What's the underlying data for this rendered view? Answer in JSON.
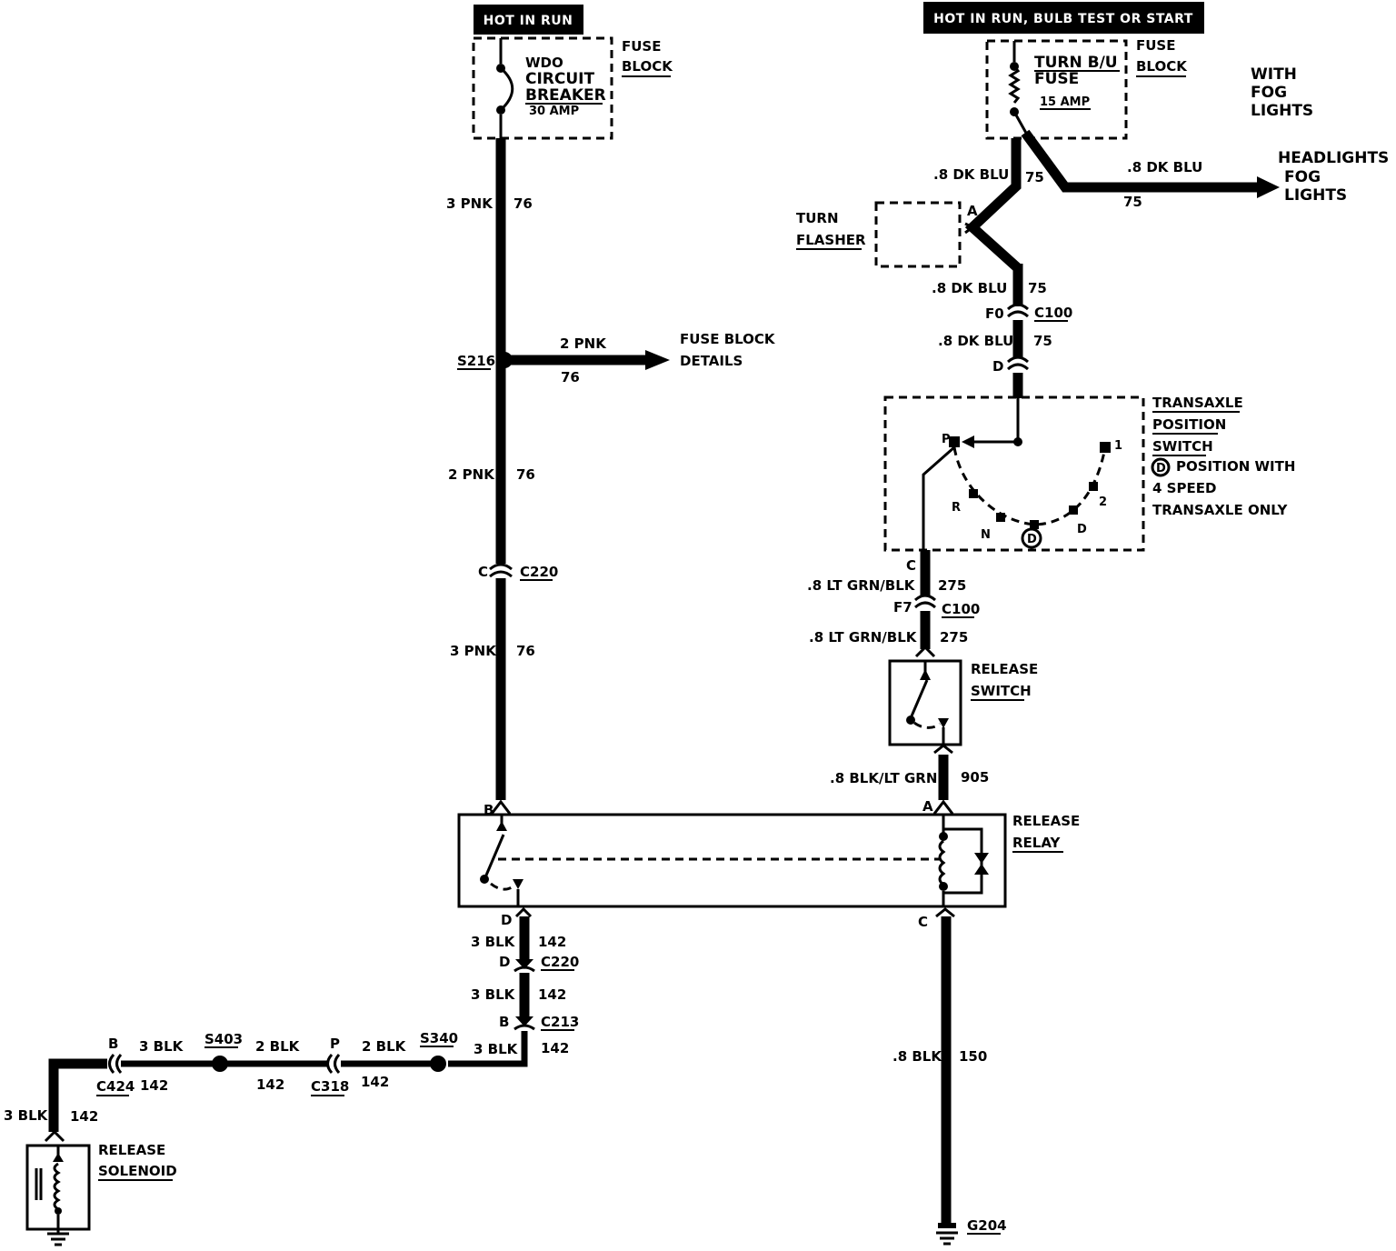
{
  "top_labels": {
    "left_power": "HOT IN RUN",
    "right_power": "HOT IN RUN, BULB TEST OR START"
  },
  "left_fuse_block": {
    "component": "WDO",
    "component_2": "CIRCUIT",
    "component_3": "BREAKER",
    "rating": "30 AMP",
    "block_1": "FUSE",
    "block_2": "BLOCK"
  },
  "right_fuse_block": {
    "component": "TURN B/U",
    "component_2": "FUSE",
    "rating": "15 AMP",
    "block_1": "FUSE",
    "block_2": "BLOCK"
  },
  "fog_note": {
    "line1": "WITH",
    "line2": "FOG",
    "line3": "LIGHTS"
  },
  "headlights": {
    "line1": "HEADLIGHTS",
    "line2": "FOG",
    "line3": "LIGHTS",
    "wire": ".8 DK BLU",
    "circuit": "75"
  },
  "turn_flasher": {
    "line1": "TURN",
    "line2": "FLASHER",
    "pin": "A"
  },
  "left_wires": {
    "w1_gauge": "3 PNK",
    "w1_circuit": "76",
    "splice": "S216",
    "branch_gauge": "2 PNK",
    "branch_circuit": "76",
    "branch_dest_1": "FUSE BLOCK",
    "branch_dest_2": "DETAILS",
    "w2_gauge": "2 PNK",
    "w2_circuit": "76",
    "conn_pin": "C",
    "conn_name": "C220",
    "w3_gauge": "3 PNK",
    "w3_circuit": "76"
  },
  "right_wires": {
    "w1_gauge": ".8 DK BLU",
    "w1_circuit": "75",
    "w2_gauge": ".8 DK BLU",
    "w2_circuit": "75",
    "conn1_pin": "F0",
    "conn1_name": "C100",
    "w3_gauge": ".8 DK BLU",
    "w3_circuit": "75",
    "pin_d": "D",
    "pin_c": "C",
    "w4_gauge": ".8 LT GRN/BLK",
    "w4_circuit": "275",
    "conn2_pin": "F7",
    "conn2_name": "C100",
    "w5_gauge": ".8 LT GRN/BLK",
    "w5_circuit": "275",
    "w6_gauge": ".8 BLK/LT GRN",
    "w6_circuit": "905",
    "pin_a": "A",
    "pin_c2": "C",
    "w7_gauge": ".8 BLK",
    "w7_circuit": "150",
    "ground": "G204"
  },
  "transaxle": {
    "line1": "TRANSAXLE",
    "line2": "POSITION",
    "line3": "SWITCH",
    "note1": "POSITION WITH",
    "note2": "4 SPEED",
    "note3": "TRANSAXLE ONLY",
    "note_symbol": "D",
    "pos_p": "P",
    "pos_r": "R",
    "pos_n": "N",
    "pos_d_circle": "D",
    "pos_d": "D",
    "pos_2": "2",
    "pos_1": "1"
  },
  "release_switch": {
    "line1": "RELEASE",
    "line2": "SWITCH"
  },
  "release_relay": {
    "line1": "RELEASE",
    "line2": "RELAY",
    "pin_b": "B",
    "pin_d": "D"
  },
  "lower_left": {
    "w1_gauge": "3 BLK",
    "w1_circuit": "142",
    "conn1_pin": "D",
    "conn1_name": "C220",
    "w2_gauge": "3 BLK",
    "w2_circuit": "142",
    "conn2_pin": "B",
    "conn2_name": "C213",
    "w3_gauge": "3 BLK",
    "w3_circuit": "142",
    "splice_s340": "S340",
    "w4_gauge": "2 BLK",
    "w4_circuit": "142",
    "conn3_pin": "P",
    "conn3_name": "C318",
    "w5_gauge": "2 BLK",
    "w5_circuit": "142",
    "splice_s403": "S403",
    "w6_gauge": "3 BLK",
    "w6_circuit": "142",
    "conn4_pin": "B",
    "conn4_name": "C424",
    "w7_gauge": "3 BLK",
    "w7_circuit": "142"
  },
  "release_solenoid": {
    "line1": "RELEASE",
    "line2": "SOLENOID"
  }
}
